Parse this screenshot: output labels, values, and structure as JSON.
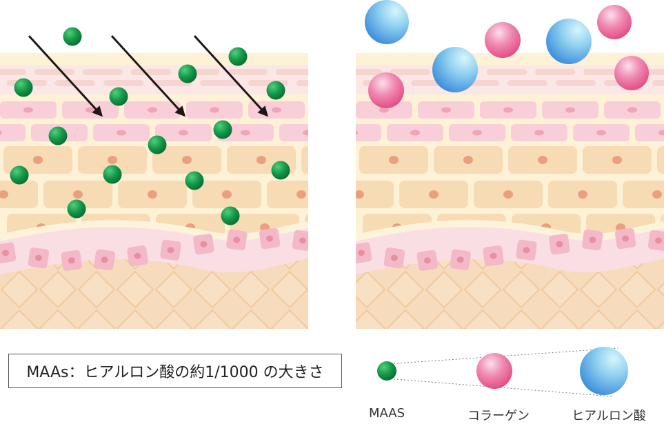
{
  "caption": "MAAs：ヒアルロン酸の約1/1000 の大きさ",
  "legend": {
    "items": [
      {
        "label": "MAAS",
        "color": "green"
      },
      {
        "label": "コラーゲン",
        "color": "pink"
      },
      {
        "label": "ヒアルロン酸",
        "color": "blue"
      }
    ]
  },
  "colors": {
    "skin_surface": "#fbe7e6",
    "skin_line": "#f6d4cf",
    "cell_pink": "#f8cfd9",
    "cell_orange": "#f6dbb4",
    "cell_nucleus": "#eaa07e",
    "background_skin": "#fdf1d6",
    "dermis": "#f6dfc0",
    "green_particle": "#1a9a4d",
    "pink_particle": "#ec6f9e",
    "blue_particle": "#58a7e3",
    "arrow": "#1d1717"
  }
}
